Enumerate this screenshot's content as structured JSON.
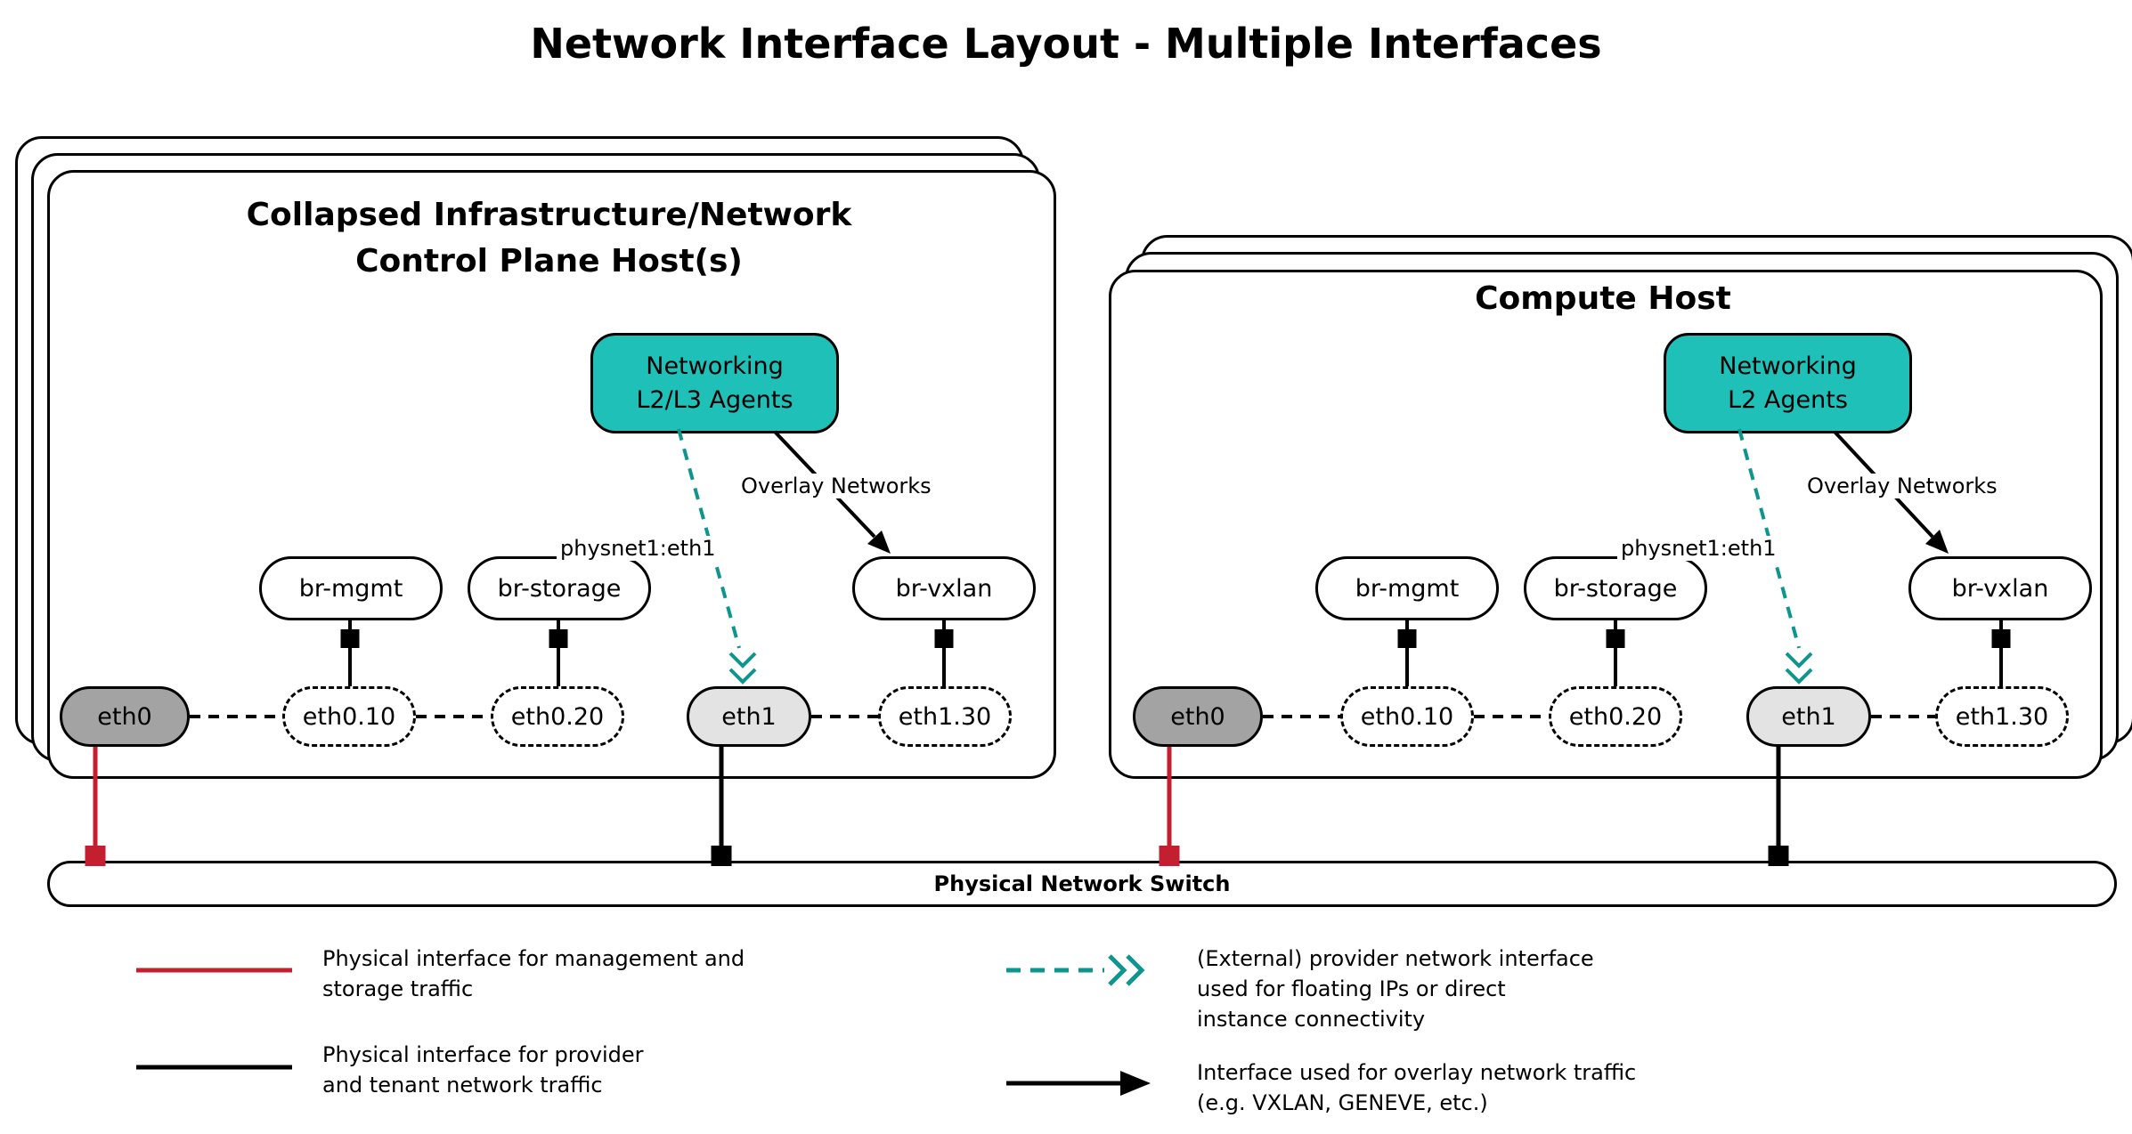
{
  "title": "Network Interface Layout - Multiple Interfaces",
  "colors": {
    "agent_fill": "#1EC0B8",
    "provider_arrow_teal": "#0E958D",
    "mgmt_storage_red": "#C41F30",
    "line_black": "#000000",
    "eth0_fill": "#A3A3A3",
    "eth1_fill": "#E3E3E3"
  },
  "hosts": [
    {
      "title_lines": [
        "Collapsed Infrastructure/Network",
        "Control Plane Host(s)"
      ],
      "agent_lines": [
        "Networking",
        "L2/L3 Agents"
      ],
      "overlay_label": "Overlay Networks",
      "physnet_label": "physnet1:eth1",
      "bridges": [
        "br-mgmt",
        "br-storage",
        "br-vxlan"
      ],
      "interfaces": [
        "eth0",
        "eth0.10",
        "eth0.20",
        "eth1",
        "eth1.30"
      ]
    },
    {
      "title_lines": [
        "Compute Host"
      ],
      "agent_lines": [
        "Networking",
        "L2 Agents"
      ],
      "overlay_label": "Overlay Networks",
      "physnet_label": "physnet1:eth1",
      "bridges": [
        "br-mgmt",
        "br-storage",
        "br-vxlan"
      ],
      "interfaces": [
        "eth0",
        "eth0.10",
        "eth0.20",
        "eth1",
        "eth1.30"
      ]
    }
  ],
  "switch_label": "Physical Network Switch",
  "legend": [
    {
      "symbol": "red-solid-line",
      "lines": [
        "Physical interface for management and",
        "storage traffic"
      ]
    },
    {
      "symbol": "black-solid-line",
      "lines": [
        "Physical interface for provider",
        "and tenant network traffic"
      ]
    },
    {
      "symbol": "teal-dashed-double-arrow",
      "lines": [
        "(External) provider network interface",
        "used for floating IPs or direct",
        "instance connectivity"
      ]
    },
    {
      "symbol": "black-solid-arrow",
      "lines": [
        "Interface used for overlay network traffic",
        "(e.g. VXLAN, GENEVE, etc.)"
      ]
    }
  ]
}
